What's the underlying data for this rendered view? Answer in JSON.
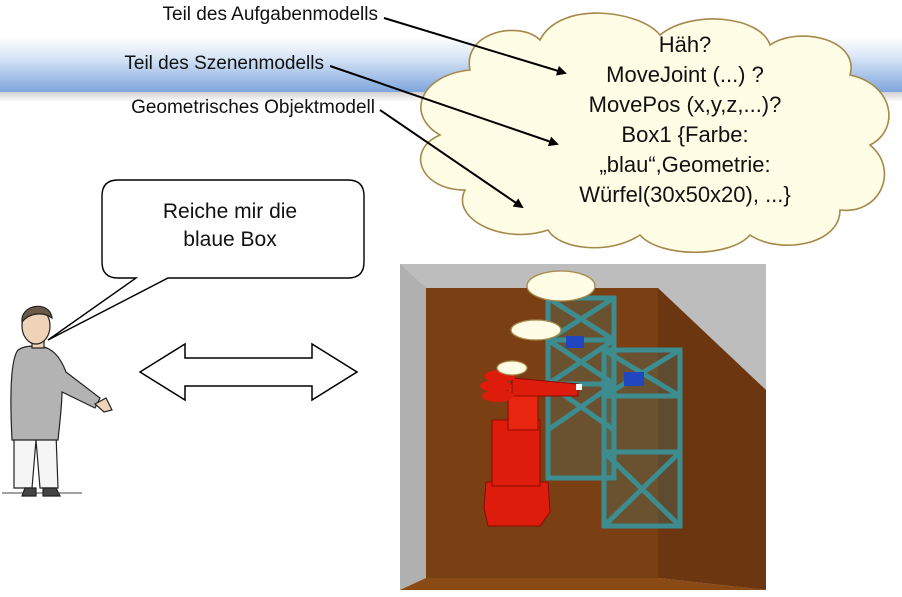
{
  "labels": {
    "task_model": "Teil des Aufgabenmodells",
    "scene_model": "Teil des Szenenmodells",
    "geometric_model": "Geometrisches Objektmodell"
  },
  "thought_bubble": {
    "lines": [
      "Häh?",
      "MoveJoint (...) ?",
      "MovePos (x,y,z,...)?",
      "Box1  {Farbe:",
      "„blau“,Geometrie:",
      "Würfel(30x50x20), ...}"
    ]
  },
  "speech_bubble": {
    "lines": [
      "Reiche mir die",
      "blaue Box"
    ]
  },
  "colors": {
    "band": "#7ea6dc",
    "thought_fill": "#fffde6",
    "thought_border": "#a6884a",
    "robot": "#dd1c0c",
    "scaffold": "#3c8c90",
    "floor": "#8a4a16",
    "scene_bg": "#bdbdbd",
    "box": "#2046c0"
  },
  "icons": {
    "person": "person-pointing-icon",
    "arrow": "double-arrow-icon",
    "robot": "robot-arm-icon"
  }
}
